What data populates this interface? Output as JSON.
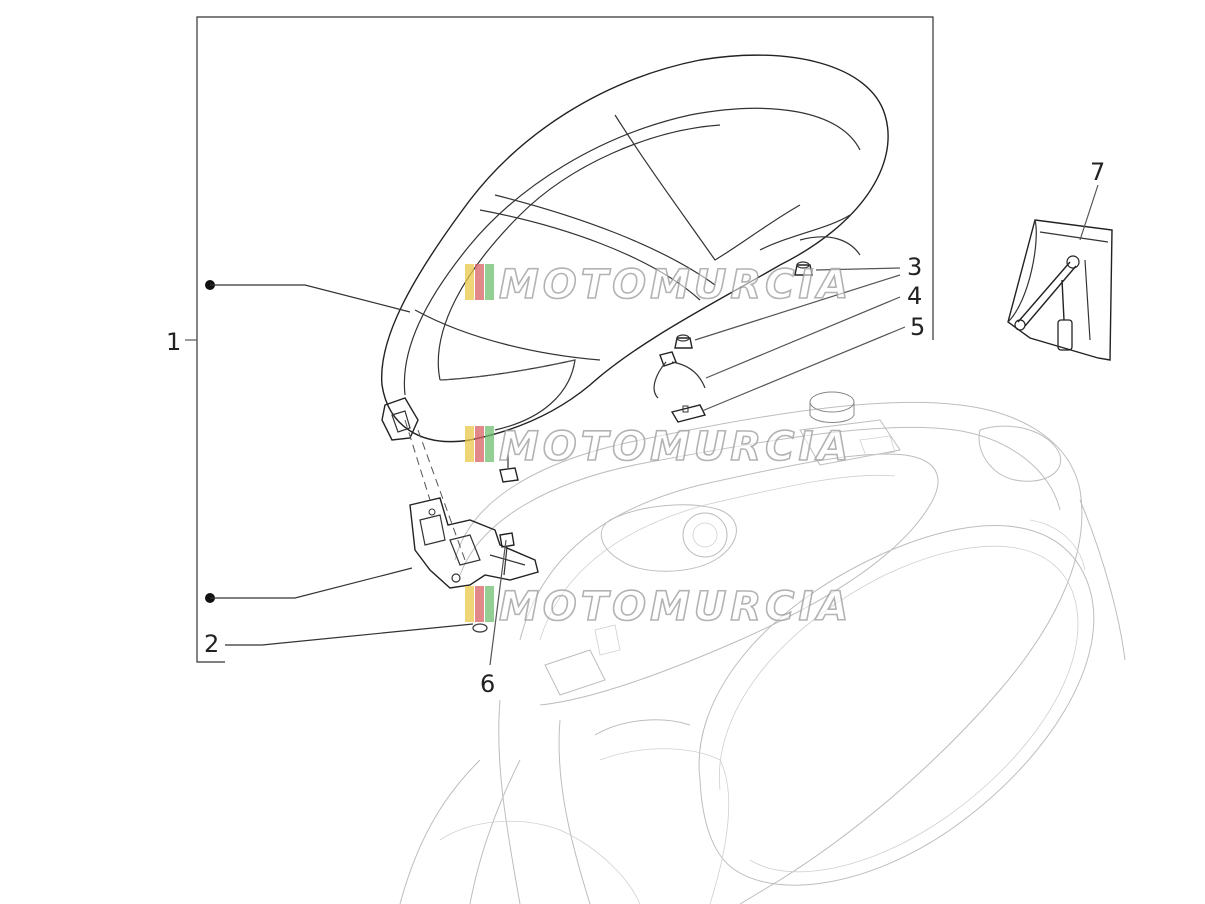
{
  "callouts": [
    {
      "id": "c1",
      "label": "1"
    },
    {
      "id": "c2",
      "label": "2"
    },
    {
      "id": "c3",
      "label": "3"
    },
    {
      "id": "c4",
      "label": "4"
    },
    {
      "id": "c5",
      "label": "5"
    },
    {
      "id": "c6",
      "label": "6"
    },
    {
      "id": "c7",
      "label": "7"
    }
  ],
  "watermark": {
    "text": "MOTOMURCIA",
    "colors": [
      "#e8c84a",
      "#d96060",
      "#6fbf6f"
    ]
  },
  "icons": [
    "seat",
    "hinge-bracket",
    "rubber-buffer",
    "seat-lock-cable",
    "striker-plate",
    "bolt",
    "tool-kit-bag",
    "scooter-body-frame",
    "fuel-cap"
  ],
  "colors": {
    "line": "#333333",
    "ghost": "#bdbdbd",
    "background": "#ffffff"
  }
}
